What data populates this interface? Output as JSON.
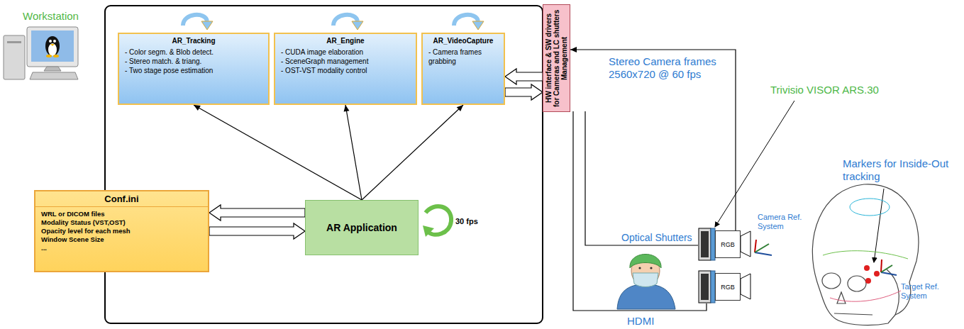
{
  "diagram": {
    "nodes": [
      {
        "text": [
          "AR_Tracking",
          "- Color segm. & Blob detect.",
          "- Stereo match. & triang.",
          "- Two stage pose estimation"
        ]
      },
      {
        "text": [
          "AR_Engine",
          "- CUDA image elaboration",
          "- SceneGraph management",
          "- OST-VST modality control"
        ]
      },
      {
        "text": [
          "AR_VideoCapture",
          "- Camera frames grabbing"
        ]
      },
      {
        "text": [
          "HW interface & SW drivers for Cameras and LC shutters Management"
        ]
      },
      {
        "text": [
          "Conf.ini",
          "WRL or DICOM files",
          "Modality Status (VST,OST)",
          "Opacity level for each mesh",
          "Window Scene Size",
          "..."
        ]
      },
      {
        "text": [
          "AR Application"
        ]
      },
      {
        "text": [
          "RGB"
        ]
      },
      {
        "text": [
          "RGB"
        ]
      }
    ],
    "edges": [
      {
        "from": 5,
        "to": 0,
        "arrow": "to"
      },
      {
        "from": 5,
        "to": 1,
        "arrow": "to"
      },
      {
        "from": 5,
        "to": 2,
        "arrow": "to"
      },
      {
        "from": 5,
        "to": 4,
        "arrow": "to"
      },
      {
        "from": 4,
        "to": 5,
        "arrow": "to"
      },
      {
        "from": 3,
        "to": 2,
        "arrow": "to"
      },
      {
        "from": 2,
        "to": 3,
        "arrow": "to"
      },
      {
        "from": 6,
        "to": 3,
        "arrow": "to"
      }
    ],
    "labels": [
      "Workstation",
      "30 fps",
      "Stereo Camera frames 2560x720 @ 60 fps",
      "Trivisio VISOR ARS.30",
      "Markers for Inside-Out tracking",
      "Optical Shutters",
      "Camera Ref. System",
      "Target Ref. System",
      "HDMI"
    ]
  }
}
